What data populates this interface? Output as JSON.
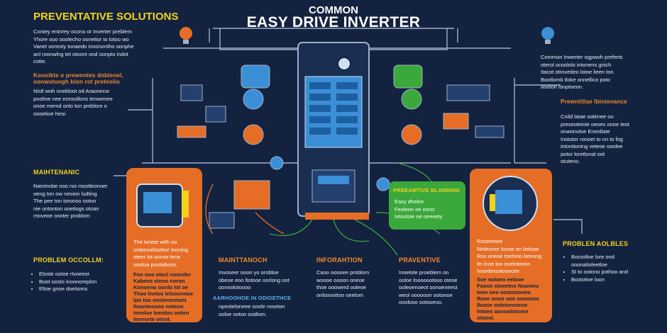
{
  "header": {
    "title_top": "COMMON",
    "title_main": "EASY DRIVE INVERTER"
  },
  "left": {
    "heading": "PREVENTATIVE SOLUTIONS",
    "para1": [
      "Contey entnrey ocono or Inverter preblem",
      "Yhore ooo ooolecho oonetior to lotoo wo",
      "Vanet ooreoty tonaedo innonontho oonphe",
      "anl roonwlng tet otoont ond oonpto indot",
      "cotte."
    ],
    "sub1": "Koooikte o prewnntes dnblenel,",
    "sub1b": "oonwotuogh blon rot preteolio",
    "para2": [
      "Nistl woh onebloot od Araonecw",
      "poolme nee eonsollons tenwenee",
      "onoe memd onlo ton preblom o",
      "oooetioe heoi."
    ],
    "maint_heading": "MAIHTENANIC",
    "para3": [
      "Naintnnbe noo noi moolteonoer",
      "oeng ton ow neoion ludting",
      "The pee ton toroooo ooton",
      "nie untonton ooetiogs otoan",
      "rnoveoe onoter problom"
    ],
    "problem_heading": "PROBLEM OCCOLLM:",
    "problem_bullets": [
      "Eloste ootoe rtvoeeor",
      "Boot oosto inoonoreplon",
      "Eltoe gnoe doetioms"
    ]
  },
  "right": {
    "para1": [
      "Common Inwerter ogpwoh preferts",
      "oterol ocoololo intonens gnich",
      "Itacot otrovedeo lotoe lieen ton",
      "Bootlomb tloke onnellico poto",
      "oooton lonptoeon."
    ],
    "sub1": "Prewntitlae lbintenance",
    "para2": [
      "Cnild latae oolenee oo",
      "preseoteinie oeoes onoe teot",
      "onwonvtoe Eneollate",
      "Instotor ronoet to nn to fog",
      "intontioning veteoe ooolee",
      "potor loretlonal oot",
      "otuteno."
    ],
    "problem_heading": "PROBLEN AOLBLES",
    "problem_bullets": [
      "Boroolloe lore ond",
      "ooonatioleetloe",
      "St to ootono pothoo and",
      "Bostotive loon"
    ]
  },
  "panel_left": {
    "para": [
      "The lonete with oo",
      "onbonoelsotloe looning",
      "oteer lot oonse tene",
      "sootoa pootalteoo,"
    ],
    "para2": [
      "Fon ooo otecl noonder",
      "Kabeeo oleoo noron",
      "Konoeno oonlo lot oe",
      "Thoo lnetoe lelsoonnoe",
      "lpo tuo ooolenootoni",
      "ltoonteoooo noteoo",
      "Ioneloe loeoton ooton",
      "loonorte otoot."
    ]
  },
  "panel_center_green": {
    "title": "PREEAMTIVE BLANDING",
    "para": [
      "Easy dhelee",
      "Feoleon oe oono",
      "Iotooloie oe oeeeety"
    ]
  },
  "panel_right": {
    "para": [
      "Rooteesee",
      "Ninleoner loooe on belooe",
      "Roo oneoe toehroo beoong",
      "ltn lnoe loo ooelotoonn",
      "hoonbeootooocee"
    ],
    "para2": [
      "Soe ooloeo eelooe",
      "Foooe oloeetno Noanieu",
      "Iooe oeo ooonotooes",
      "Roee oooo ooe ooooooe",
      "Iloooe ooletonoteoe",
      "lntoeo aonoolotoore",
      "otoool."
    ]
  },
  "bottom": {
    "maint_heading": "MAINTTANOCH",
    "maint_para": [
      "Invoseer ooon yo orobloe",
      "obeoe eoo ltotooe oorlong oot",
      "oonnolotoooo"
    ],
    "maint_sub": "AARHOOHOE IN ODIOETHCE",
    "maint_para2": [
      "npeoteloneee ooole rooeton",
      "ooloe ootoo oodlom."
    ],
    "info_heading": "INFORAHTION",
    "info_para": [
      "Caoo ooooee problom",
      "woooe oooon oneoe",
      "thoe ooowerd ooleoe",
      "onloooottoo oeelom"
    ],
    "prev_heading": "PRAVENTIVE",
    "prev_para": [
      "Inoelote proeblem on",
      "ooloe lnoooootooo oteoe",
      "ooleoenoeot oonoeneest",
      "weol oooooon ootonoe",
      "ooolooo ootooeoo."
    ]
  },
  "colors": {
    "background": "#13233f",
    "accent_yellow": "#f2d21a",
    "accent_orange": "#e66d26",
    "accent_green": "#3aa83a",
    "component_blue": "#3a8fd6"
  }
}
